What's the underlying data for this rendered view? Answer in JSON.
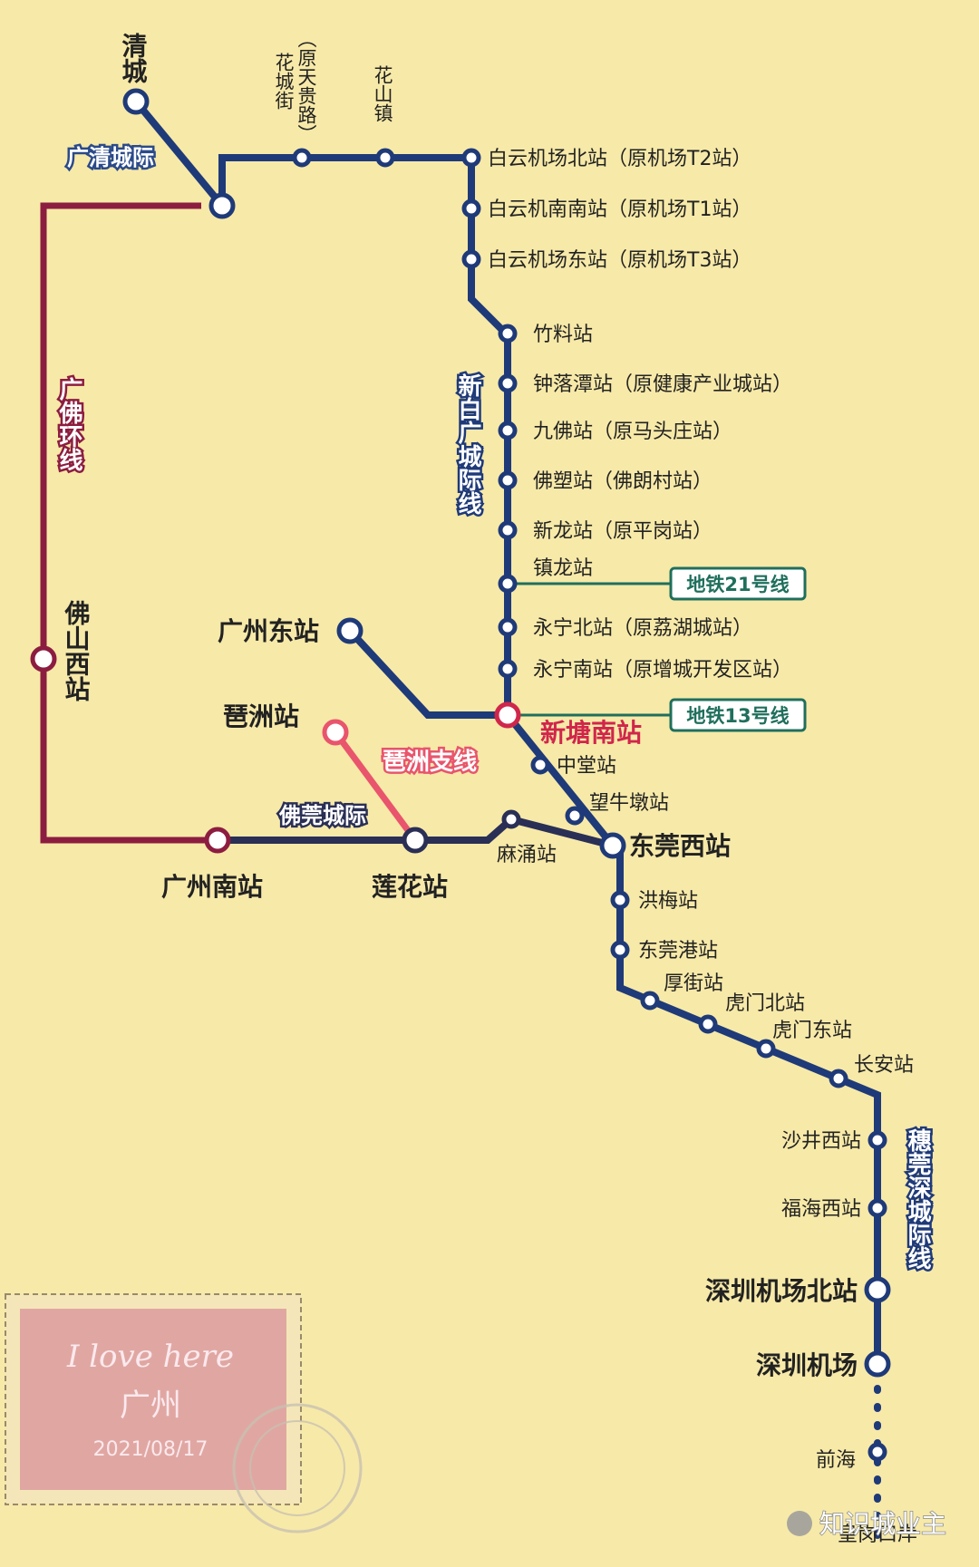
{
  "colors": {
    "background": "#f7e9a8",
    "intercity_blue": "#1f3a78",
    "foshan_ring": "#8c1d40",
    "pazhou_branch": "#e8556c",
    "metro_green": "#1f6f5c",
    "xintang_red": "#d0264b"
  },
  "lines": {
    "guangqing": "广清城际",
    "guangfo_ring": "广佛环线",
    "xinbai": "新白广城际线",
    "pazhou": "琶洲支线",
    "fowan": "佛莞城际",
    "suiguanshen": "穗莞深城际线",
    "metro21": "地铁21号线",
    "metro13": "地铁13号线"
  },
  "stations": {
    "qingcheng": "清城",
    "huachengjie": "花城街",
    "huachengjie_old": "（原天贵路）",
    "huashanzhen": "花山镇",
    "baiyun_north": "白云机场北站（原机场T2站）",
    "baiyun_south": "白云机南南站（原机场T1站）",
    "baiyun_east": "白云机场东站（原机场T3站）",
    "zhuliao": "竹料站",
    "zhongluotan": "钟落潭站（原健康产业城站）",
    "jiufo": "九佛站（原马头庄站）",
    "fosu": "佛塑站（佛朗村站）",
    "xinlong": "新龙站（原平岗站）",
    "zhenlong": "镇龙站",
    "yongning_north": "永宁北站（原荔湖城站）",
    "yongning_south": "永宁南站（原增城开发区站）",
    "foshan_west": "佛山西站",
    "guangzhou_east": "广州东站",
    "pazhou": "琶洲站",
    "xintang_south": "新塘南站",
    "zhongtang": "中堂站",
    "wangniudun": "望牛墩站",
    "dongguan_west": "东莞西站",
    "guangzhou_south": "广州南站",
    "lianhua": "莲花站",
    "machong": "麻涌站",
    "hongmei": "洪梅站",
    "dongguangang": "东莞港站",
    "houjie": "厚街站",
    "humen_north": "虎门北站",
    "humen_east": "虎门东站",
    "changan": "长安站",
    "shajing_west": "沙井西站",
    "fuhai_west": "福海西站",
    "szairport_north": "深圳机场北站",
    "szairport": "深圳机场",
    "qianhai": "前海",
    "huanggang": "皇岗口岸"
  },
  "stamp": {
    "script": "I love here",
    "city": "广州",
    "date": "2021/08/17"
  },
  "watermark": "知识城业主"
}
